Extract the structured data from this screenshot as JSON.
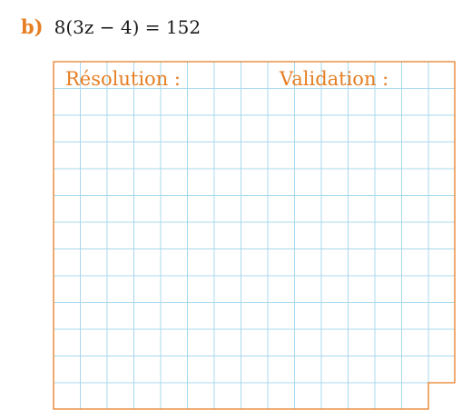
{
  "exercise": {
    "label": "b)",
    "equation": "8(3z − 4) = 152"
  },
  "worksheet": {
    "resolution_label": "Résolution :",
    "validation_label": "Validation :"
  },
  "colors": {
    "accent": "#e67e22",
    "grid_line": "#a9d8ee",
    "text": "#1a1a1a"
  }
}
